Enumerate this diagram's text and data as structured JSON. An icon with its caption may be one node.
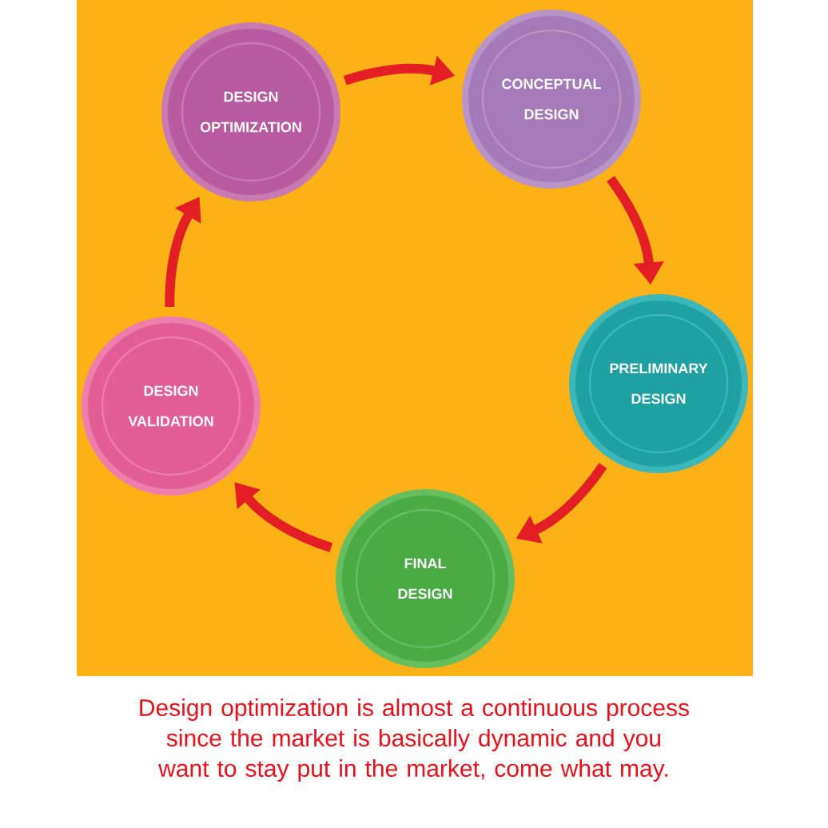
{
  "diagram": {
    "caption": "Design optimization is almost a continuous process since the market is basically dynamic and you want to stay put in the market, come what may.",
    "nodes": [
      {
        "text": [
          "DESIGN OPTIMIZATION"
        ]
      },
      {
        "text": [
          "CONCEPTUAL DESIGN"
        ]
      },
      {
        "text": [
          "PRELIMINARY DESIGN"
        ]
      },
      {
        "text": [
          "FINAL DESIGN"
        ]
      },
      {
        "text": [
          "DESIGN VALIDATION"
        ]
      }
    ],
    "edges": [
      {
        "from": 0,
        "to": 1,
        "arrow": "to"
      },
      {
        "from": 1,
        "to": 2,
        "arrow": "to"
      },
      {
        "from": 2,
        "to": 3,
        "arrow": "to"
      },
      {
        "from": 3,
        "to": 4,
        "arrow": "to"
      },
      {
        "from": 4,
        "to": 0,
        "arrow": "to"
      }
    ]
  }
}
